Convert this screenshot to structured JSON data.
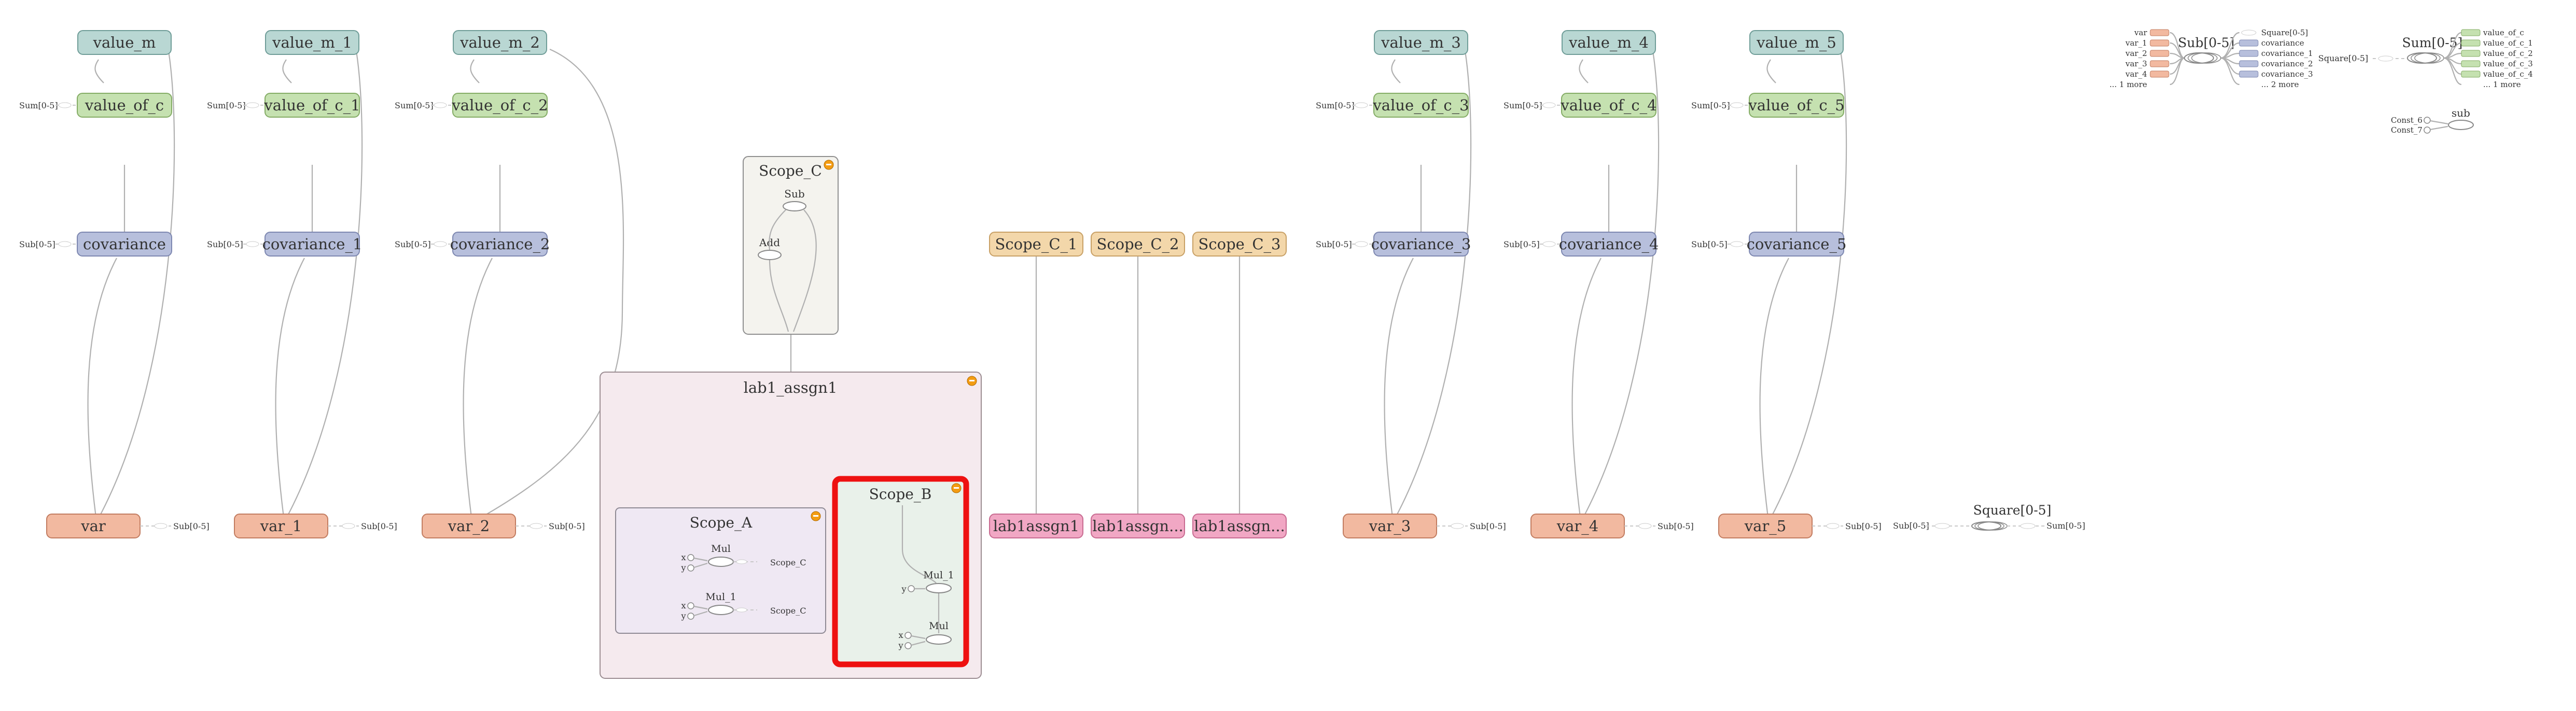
{
  "colors": {
    "value": "#b9d7d3",
    "value_stroke": "#6f9d98",
    "value_of": "#c5e1b0",
    "value_of_stroke": "#84ac65",
    "cov": "#b7bfdc",
    "cov_stroke": "#7d87b0",
    "var": "#f2b9a0",
    "var_stroke": "#c27c60",
    "scopec": "#f3d7aa",
    "scopec_stroke": "#c8a065",
    "lab": "#f1a7c4",
    "lab_stroke": "#c86b91",
    "highlight": "#ee1111"
  },
  "nodes": {
    "value_m": "value_m",
    "value_m_1": "value_m_1",
    "value_m_2": "value_m_2",
    "value_m_3": "value_m_3",
    "value_m_4": "value_m_4",
    "value_m_5": "value_m_5",
    "value_of_c": "value_of_c",
    "value_of_c_1": "value_of_c_1",
    "value_of_c_2": "value_of_c_2",
    "value_of_c_3": "value_of_c_3",
    "value_of_c_4": "value_of_c_4",
    "value_of_c_5": "value_of_c_5",
    "covariance": "covariance",
    "covariance_1": "covariance_1",
    "covariance_2": "covariance_2",
    "covariance_3": "covariance_3",
    "covariance_4": "covariance_4",
    "covariance_5": "covariance_5",
    "var": "var",
    "var_1": "var_1",
    "var_2": "var_2",
    "var_3": "var_3",
    "var_4": "var_4",
    "var_5": "var_5",
    "scope_c_1": "Scope_C_1",
    "scope_c_2": "Scope_C_2",
    "scope_c_3": "Scope_C_3",
    "lab1": "lab1assgn1",
    "lab2": "lab1assgn...",
    "lab3": "lab1assgn..."
  },
  "side_labels": {
    "sum": "Sum[0-5]",
    "sub": "Sub[0-5]"
  },
  "scope_c": {
    "title": "Scope_C",
    "sub": "Sub",
    "add": "Add"
  },
  "lab1_assgn1": {
    "title": "lab1_assgn1",
    "scope_a": {
      "title": "Scope_A",
      "mul": "Mul",
      "mul_1": "Mul_1",
      "x": "x",
      "y": "y",
      "out": "Scope_C"
    },
    "scope_b": {
      "title": "Scope_B",
      "mul_1": "Mul_1",
      "mul": "Mul",
      "x": "x",
      "y": "y"
    }
  },
  "square_group": {
    "title": "Square[0-5]",
    "left": "Sub[0-5]",
    "right": "Sum[0-5]"
  },
  "aux": {
    "sub_title": "Sub[0-5]",
    "sub_inputs": [
      "var",
      "var_1",
      "var_2",
      "var_3",
      "var_4",
      "... 1 more"
    ],
    "sub_outputs": [
      "Square[0-5]",
      "covariance",
      "covariance_1",
      "covariance_2",
      "covariance_3",
      "... 2 more"
    ],
    "sum_title": "Sum[0-5]",
    "sum_input": "Square[0-5]",
    "sum_outputs": [
      "value_of_c",
      "value_of_c_1",
      "value_of_c_2",
      "value_of_c_3",
      "value_of_c_4",
      "... 1 more"
    ],
    "sub2": "sub",
    "const_6": "Const_6",
    "const_7": "Const_7"
  }
}
